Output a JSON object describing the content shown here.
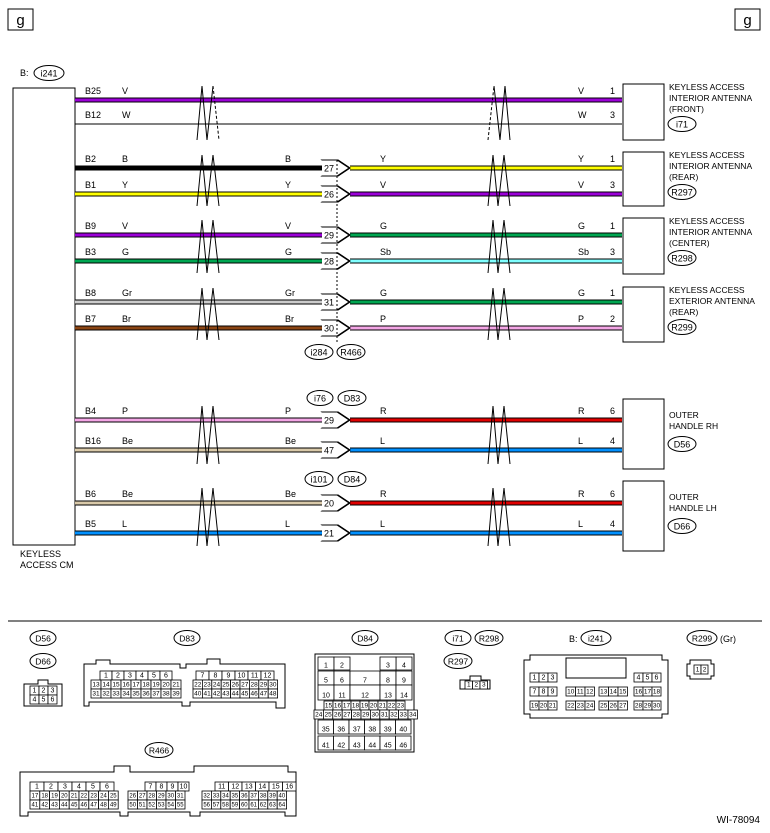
{
  "corner_label": "g",
  "figure_id": "WI-78094",
  "colors": {
    "V": "#9b00d8",
    "W": "#ffffff",
    "B": "#000000",
    "Y": "#ffff00",
    "G": "#00a651",
    "Gr": "#cccccc",
    "Br": "#8b4513",
    "Sb": "#80ffff",
    "P": "#f4a6e6",
    "Be": "#d9c9a9",
    "L": "#0090ff",
    "R": "#e00000"
  },
  "left_unit": {
    "prefix": "B:",
    "connector": "i241",
    "name_line1": "KEYLESS",
    "name_line2": "ACCESS CM"
  },
  "wires": [
    {
      "pin": "B25",
      "code": "V",
      "lcode": "",
      "rcode": "V",
      "rpin": "1",
      "jpin": ""
    },
    {
      "pin": "B12",
      "code": "W",
      "lcode": "",
      "rcode": "W",
      "rpin": "3",
      "jpin": ""
    },
    {
      "pin": "B2",
      "code": "B",
      "lcode": "B",
      "rcode": "Y",
      "rpin": "1",
      "jpin": "27",
      "code2": "Y"
    },
    {
      "pin": "B1",
      "code": "Y",
      "lcode": "Y",
      "rcode": "V",
      "rpin": "3",
      "jpin": "26",
      "code2": "V"
    },
    {
      "pin": "B9",
      "code": "V",
      "lcode": "V",
      "rcode": "G",
      "rpin": "1",
      "jpin": "29",
      "code2": "G"
    },
    {
      "pin": "B3",
      "code": "G",
      "lcode": "G",
      "rcode": "Sb",
      "rpin": "3",
      "jpin": "28",
      "code2": "Sb"
    },
    {
      "pin": "B8",
      "code": "Gr",
      "lcode": "Gr",
      "rcode": "G",
      "rpin": "1",
      "jpin": "31",
      "code2": "G"
    },
    {
      "pin": "B7",
      "code": "Br",
      "lcode": "Br",
      "rcode": "P",
      "rpin": "2",
      "jpin": "30",
      "code2": "P"
    },
    {
      "pin": "B4",
      "code": "P",
      "lcode": "P",
      "rcode": "R",
      "rpin": "6",
      "jpin": "29",
      "code2": "R"
    },
    {
      "pin": "B16",
      "code": "Be",
      "lcode": "Be",
      "rcode": "L",
      "rpin": "4",
      "jpin": "47",
      "code2": "L"
    },
    {
      "pin": "B6",
      "code": "Be",
      "lcode": "Be",
      "rcode": "R",
      "rpin": "6",
      "jpin": "20",
      "code2": "R"
    },
    {
      "pin": "B5",
      "code": "L",
      "lcode": "L",
      "rcode": "L",
      "rpin": "4",
      "jpin": "21",
      "code2": "L"
    }
  ],
  "junction_labels": [
    {
      "left": "i284",
      "right": "R466"
    },
    {
      "left": "i76",
      "right": "D83"
    },
    {
      "left": "i101",
      "right": "D84"
    }
  ],
  "right_units": [
    {
      "lines": [
        "KEYLESS ACCESS",
        "INTERIOR ANTENNA",
        "(FRONT)"
      ],
      "connector": "i71"
    },
    {
      "lines": [
        "KEYLESS ACCESS",
        "INTERIOR ANTENNA",
        "(REAR)"
      ],
      "connector": "R297"
    },
    {
      "lines": [
        "KEYLESS ACCESS",
        "INTERIOR ANTENNA",
        "(CENTER)"
      ],
      "connector": "R298"
    },
    {
      "lines": [
        "KEYLESS ACCESS",
        "EXTERIOR ANTENNA",
        "(REAR)"
      ],
      "connector": "R299"
    },
    {
      "lines": [
        "OUTER",
        "HANDLE RH"
      ],
      "connector": "D56"
    },
    {
      "lines": [
        "OUTER",
        "HANDLE LH"
      ],
      "connector": "D66"
    }
  ],
  "connector_views": {
    "d56": {
      "label1": "D56",
      "label2": "D66",
      "rows": [
        [
          "1",
          "2",
          "3"
        ],
        [
          "4",
          "5",
          "6"
        ]
      ]
    },
    "d83": {
      "label": "D83",
      "rows": [
        [
          "1",
          "2",
          "3",
          "4",
          "5",
          "6",
          "",
          "7",
          "8",
          "9",
          "10",
          "11",
          "12"
        ],
        [
          "13",
          "14",
          "15",
          "16",
          "17",
          "18",
          "19",
          "20",
          "21",
          "",
          "22",
          "23",
          "24",
          "25",
          "26",
          "27",
          "28",
          "29",
          "30"
        ],
        [
          "31",
          "32",
          "33",
          "34",
          "35",
          "36",
          "37",
          "38",
          "39",
          "",
          "40",
          "41",
          "42",
          "43",
          "44",
          "45",
          "46",
          "47",
          "48"
        ]
      ]
    },
    "d84": {
      "label": "D84",
      "rows": [
        [
          "1",
          "2",
          "",
          "3",
          "4"
        ],
        [
          "5",
          "6",
          "7",
          "8",
          "9"
        ],
        [
          "10",
          "11",
          "12",
          "13",
          "14"
        ],
        [
          "15",
          "16",
          "17",
          "18",
          "19",
          "20",
          "21",
          "22",
          "23"
        ],
        [
          "24",
          "25",
          "26",
          "27",
          "28",
          "29",
          "30",
          "31",
          "32",
          "33",
          "34"
        ],
        [
          "35",
          "36",
          "37",
          "38",
          "39",
          "40"
        ],
        [
          "41",
          "42",
          "43",
          "44",
          "45",
          "46"
        ]
      ]
    },
    "i71": {
      "label1": "i71",
      "label2": "R298",
      "label3": "R297",
      "pins": [
        "1",
        "2",
        "3"
      ]
    },
    "i241": {
      "prefix": "B:",
      "label": "i241",
      "rows": [
        [
          "1",
          "2",
          "3",
          "4",
          "5",
          "6"
        ],
        [
          "7",
          "8",
          "9",
          "10",
          "11",
          "12",
          "13",
          "14",
          "15",
          "16",
          "17",
          "18"
        ],
        [
          "19",
          "20",
          "21",
          "22",
          "23",
          "24",
          "25",
          "26",
          "27",
          "28",
          "29",
          "30"
        ]
      ]
    },
    "r299": {
      "label": "R299",
      "suffix": "(Gr)",
      "pins": [
        "1",
        "2"
      ]
    },
    "r466": {
      "label": "R466",
      "rows": [
        [
          "1",
          "2",
          "3",
          "4",
          "5",
          "6",
          "7",
          "8",
          "9",
          "10",
          "11",
          "12",
          "13",
          "14",
          "15",
          "16"
        ],
        [
          "17",
          "18",
          "19",
          "20",
          "21",
          "22",
          "23",
          "24",
          "25",
          "26",
          "27",
          "28",
          "29",
          "30",
          "31",
          "32",
          "33",
          "34",
          "35",
          "36",
          "37",
          "38",
          "39",
          "40"
        ],
        [
          "41",
          "42",
          "43",
          "44",
          "45",
          "46",
          "47",
          "48",
          "49",
          "50",
          "51",
          "52",
          "53",
          "54",
          "55",
          "56",
          "57",
          "58",
          "59",
          "60",
          "61",
          "62",
          "63",
          "64"
        ]
      ]
    }
  }
}
